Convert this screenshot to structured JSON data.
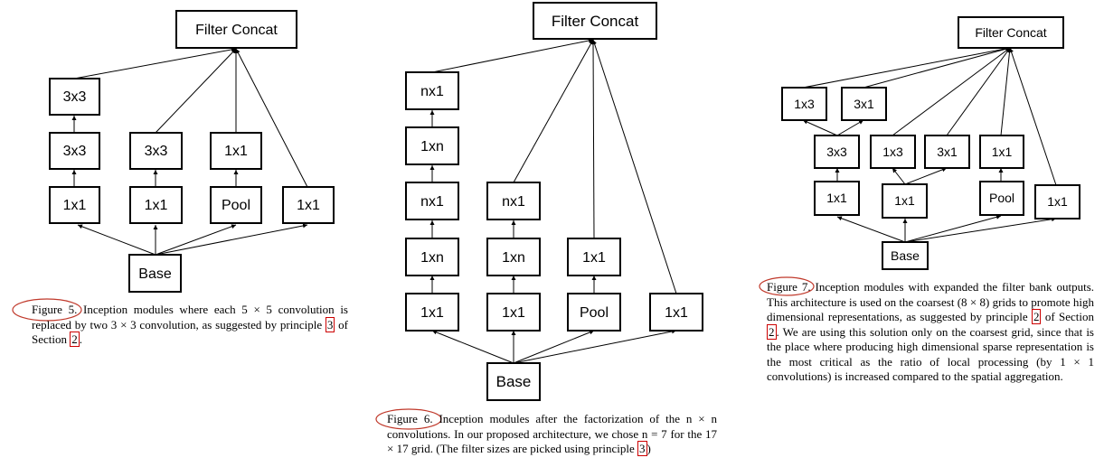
{
  "figure5": {
    "nodes": {
      "concat": "Filter Concat",
      "b1_top": "3x3",
      "b1_mid": "3x3",
      "b1_bot": "1x1",
      "b2_mid": "3x3",
      "b2_bot": "1x1",
      "b3_mid": "1x1",
      "b3_bot": "Pool",
      "b4_bot": "1x1",
      "base": "Base"
    },
    "caption": {
      "label": "Figure 5.",
      "part1": " Inception modules where each 5 × 5 convolution is replaced by two 3 × 3 convolution, as suggested by principle ",
      "ref1": "3",
      "part2": " of Section ",
      "ref2": "2",
      "part3": "."
    }
  },
  "figure6": {
    "nodes": {
      "concat": "Filter Concat",
      "b1_1": "nx1",
      "b1_2": "1xn",
      "b1_3": "nx1",
      "b1_4": "1xn",
      "b1_5": "1x1",
      "b2_1": "nx1",
      "b2_2": "1xn",
      "b2_3": "1x1",
      "b3_1": "1x1",
      "b3_2": "Pool",
      "b4_1": "1x1",
      "base": "Base"
    },
    "caption": {
      "label": "Figure 6.",
      "part1": " Inception modules after the factorization of the n × n convolutions. In our proposed architecture, we chose n = 7 for the 17 × 17 grid. (The filter sizes are picked using principle ",
      "ref1": "3",
      "part2": ")"
    }
  },
  "figure7": {
    "nodes": {
      "concat": "Filter Concat",
      "a_1x3": "1x3",
      "a_3x1": "3x1",
      "a_3x3": "3x3",
      "b_1x3": "1x3",
      "b_3x1": "3x1",
      "c_1x1": "1x1",
      "a_1x1": "1x1",
      "b_1x1": "1x1",
      "c_pool": "Pool",
      "d_1x1": "1x1",
      "base": "Base"
    },
    "caption": {
      "label": "Figure 7.",
      "part1": " Inception modules with expanded the filter bank outputs. This architecture is used on the coarsest (8 × 8) grids to promote high dimensional representations, as suggested by principle ",
      "ref1": "2",
      "part2": " of Section ",
      "ref2": "2",
      "part3": ". We are using this solution only on the coarsest grid, since that is the place where producing high dimensional sparse representation is the most critical as the ratio of local processing (by 1 × 1 convolutions) is increased compared to the spatial aggregation."
    }
  }
}
